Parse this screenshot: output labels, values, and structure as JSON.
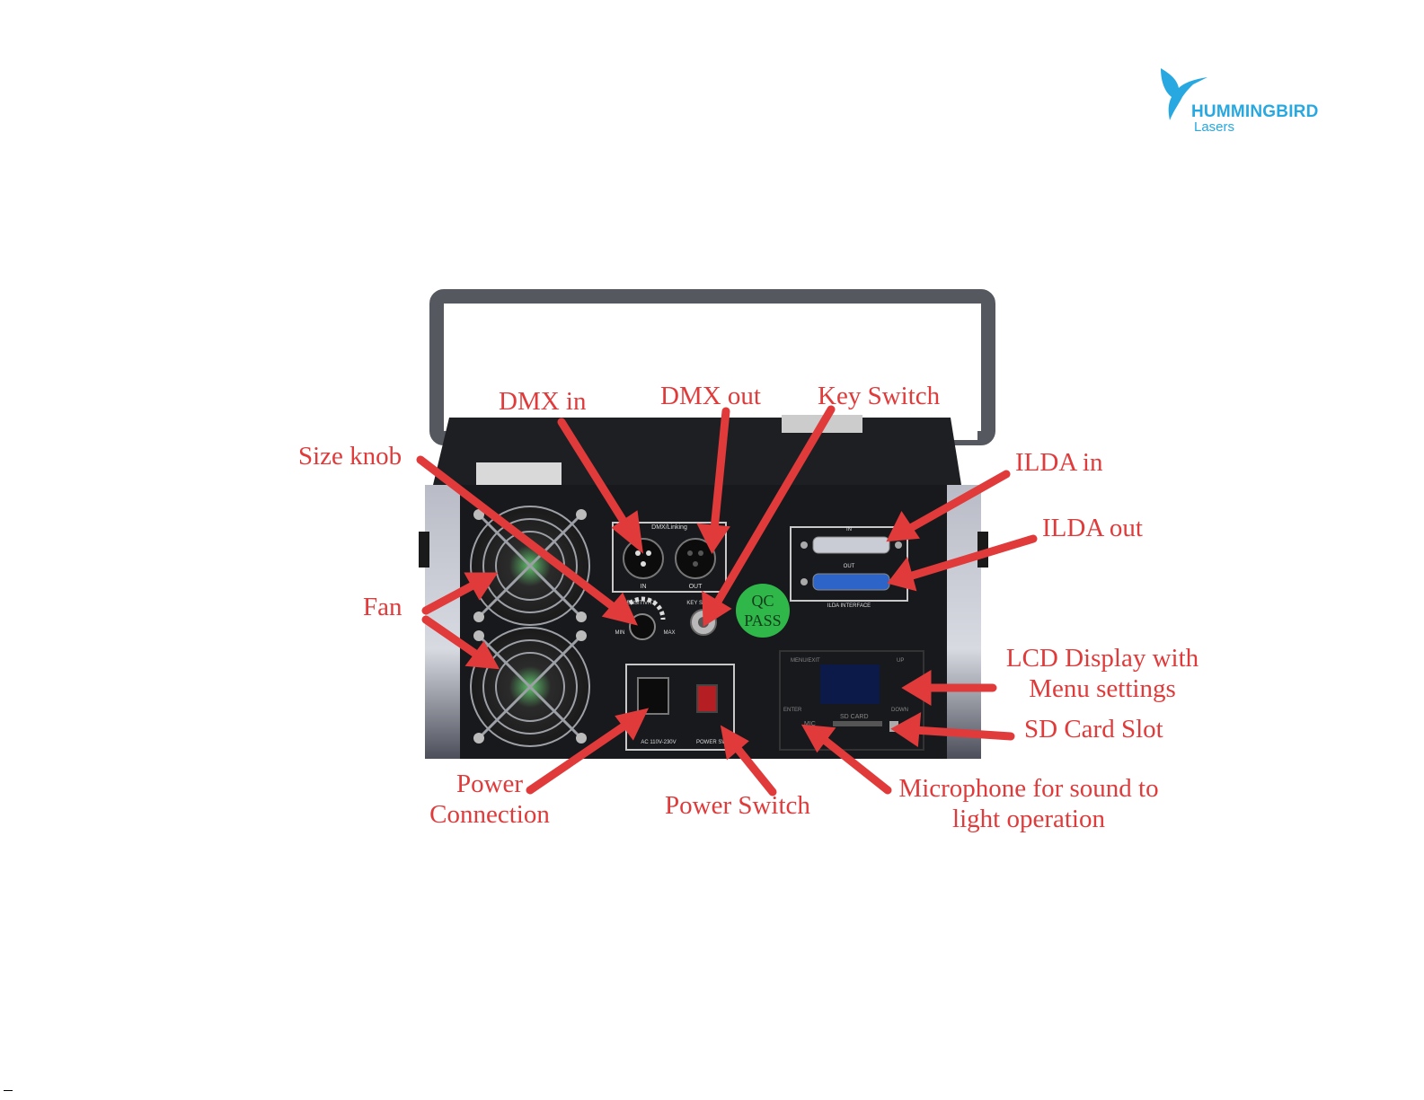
{
  "brand": {
    "name": "HUMMINGBIRD",
    "sub": "Lasers",
    "color": "#27a8e0"
  },
  "callout_color": "#e03a3a",
  "callouts": {
    "dmx_in": "DMX in",
    "dmx_out": "DMX out",
    "key_switch": "Key Switch",
    "size_knob": "Size knob",
    "ilda_in": "ILDA in",
    "ilda_out": "ILDA out",
    "fan": "Fan",
    "lcd_line1": "LCD Display with",
    "lcd_line2": "Menu settings",
    "sd_card": "SD Card Slot",
    "power_line1": "Power",
    "power_line2": "Connection",
    "power_switch": "Power Switch",
    "mic_line1": "Microphone for sound to",
    "mic_line2": "light operation"
  },
  "panel_labels": {
    "dmx_linking": "DMX/Linking",
    "in": "IN",
    "out": "OUT",
    "sensitivity": "SENSITIVITY",
    "key_switch": "KEY SWITCH",
    "min": "MIN",
    "max": "MAX",
    "ilda_in": "IN",
    "ilda_out": "OUT",
    "ilda_interface": "ILDA INTERFACE",
    "qc": "QC",
    "pass": "PASS",
    "menu_exit": "MENU/EXIT",
    "up": "UP",
    "enter": "ENTER",
    "down": "DOWN",
    "mic": "MIC",
    "sd_card": "SD CARD",
    "ac_rating": "AC 110V-230V",
    "power_sw": "POWER SW"
  }
}
